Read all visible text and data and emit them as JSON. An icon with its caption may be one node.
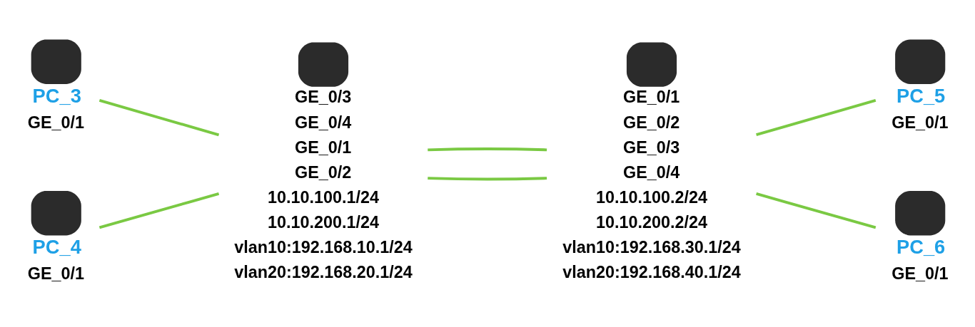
{
  "diagram": {
    "nodes": [
      {
        "text": [
          "PC_3"
        ],
        "beside": [
          "GE_0/1"
        ]
      },
      {
        "text": [
          "PC_4"
        ],
        "beside": [
          "GE_0/1"
        ]
      },
      {
        "text": [],
        "shape": "box",
        "beside": [
          "GE_0/3",
          "GE_0/4",
          "GE_0/1",
          "GE_0/2",
          "10.10.100.1/24",
          "10.10.200.1/24",
          "vlan10:192.168.10.1/24",
          "vlan20:192.168.20.1/24"
        ]
      },
      {
        "text": [],
        "shape": "box",
        "beside": [
          "GE_0/1",
          "GE_0/2",
          "GE_0/3",
          "GE_0/4",
          "10.10.100.2/24",
          "10.10.200.2/24",
          "vlan10:192.168.30.1/24",
          "vlan20:192.168.40.1/24"
        ]
      },
      {
        "text": [
          "PC_5"
        ],
        "beside": [
          "GE_0/1"
        ]
      },
      {
        "text": [
          "PC_6"
        ],
        "beside": [
          "GE_0/1"
        ]
      }
    ],
    "edges": [
      {
        "from": 0,
        "to": 2,
        "arrow": "none"
      },
      {
        "from": 1,
        "to": 2,
        "arrow": "none"
      },
      {
        "from": 2,
        "to": 3,
        "arrow": "none"
      },
      {
        "from": 2,
        "to": 3,
        "arrow": "none"
      },
      {
        "from": 3,
        "to": 4,
        "arrow": "none"
      },
      {
        "from": 3,
        "to": 5,
        "arrow": "none"
      }
    ]
  }
}
